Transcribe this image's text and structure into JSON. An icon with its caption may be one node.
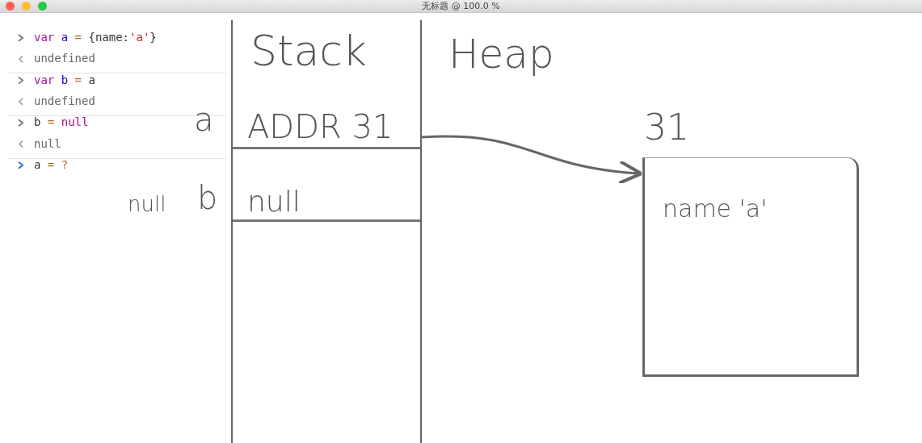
{
  "diagram": {
    "nodes": [
      {
        "text": [
          "Stack"
        ]
      },
      {
        "text": [
          "ADDR 31"
        ],
        "beside": [
          "a"
        ],
        "in": 0
      },
      {
        "text": [
          "null"
        ],
        "beside": [
          "b",
          "null"
        ],
        "in": 0
      },
      {
        "text": [
          "name 'a'"
        ],
        "beside": [
          "31"
        ]
      }
    ],
    "edges": [
      {
        "from": 1,
        "to": 3,
        "arrow": "to"
      }
    ],
    "labels": [
      "无标题 @ 100.0 %",
      "var a = {name:'a'}",
      "undefined",
      "var b = a",
      "undefined",
      "b = null",
      "null",
      "a = ?",
      "Heap"
    ]
  }
}
